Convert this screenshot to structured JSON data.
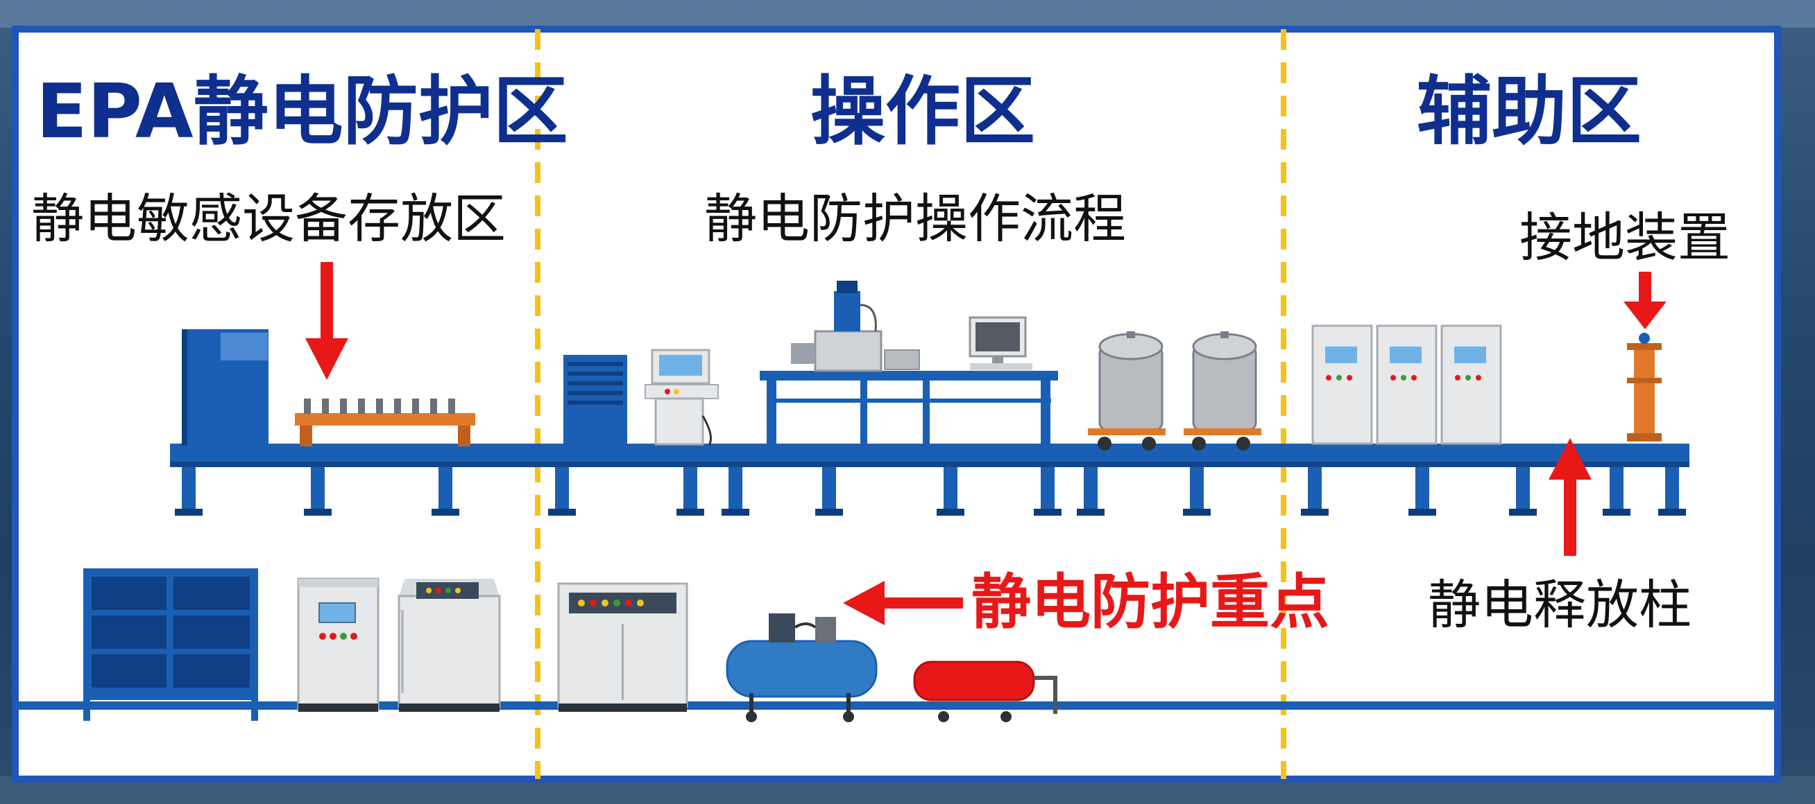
{
  "zones": [
    {
      "title": "EPA静电防护区",
      "subtitle": "静电敏感设备存放区"
    },
    {
      "title": "操作区",
      "subtitle": "静电防护操作流程"
    },
    {
      "title": "辅助区",
      "subtitle": "接地装置"
    }
  ],
  "labels": {
    "focus": "静电防护重点",
    "discharge_post": "静电释放柱"
  },
  "colors": {
    "rail_blue": "#1a5fb4",
    "frame_blue": "#1f56b8",
    "zone_divider": "#f5c21a",
    "title_navy": "#0f2f8f",
    "alert_red": "#e81818",
    "fixture_orange": "#e07a2a"
  }
}
